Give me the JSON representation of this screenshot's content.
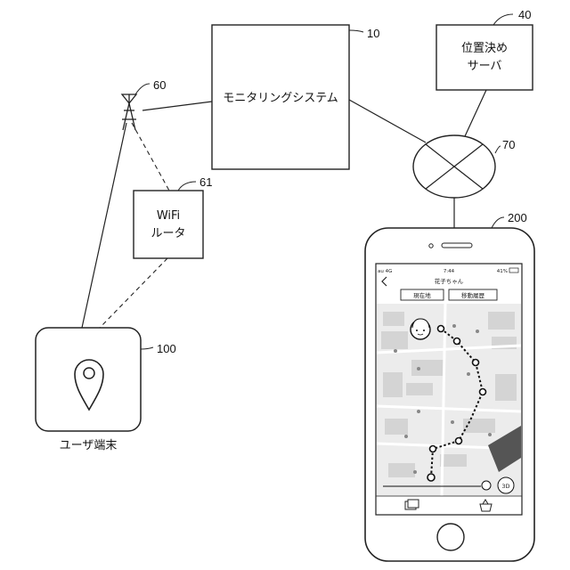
{
  "refs": {
    "monitoring": "10",
    "positioning": "40",
    "wifi_ap": "60",
    "router": "61",
    "network": "70",
    "user_terminal": "100",
    "smartphone": "200"
  },
  "labels": {
    "monitoring_system": "モニタリングシステム",
    "positioning_line1": "位置決め",
    "positioning_line2": "サーバ",
    "router_line1": "WiFi",
    "router_line2": "ルータ",
    "user_terminal": "ユーザ端末"
  },
  "phone": {
    "status_carrier": "au 4G",
    "status_time": "7:44",
    "status_battery": "41%",
    "title": "花子ちゃん",
    "tab_current": "現在地",
    "tab_history": "移動履歴",
    "btn_3d": "3D"
  }
}
